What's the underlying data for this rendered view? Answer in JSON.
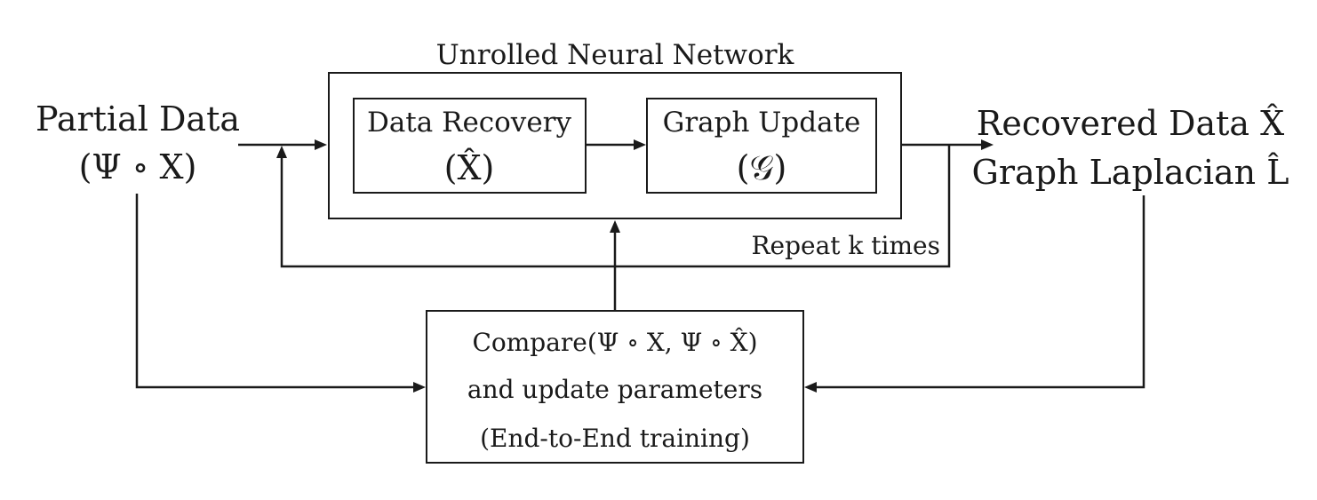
{
  "network": {
    "title": "Unrolled Neural Network",
    "repeat_label": "Repeat k times"
  },
  "input": {
    "line1": "Partial Data",
    "line2": "(Ψ ∘ X)"
  },
  "data_recovery": {
    "line1": "Data Recovery",
    "line2": "(X̂)"
  },
  "graph_update": {
    "line1": "Graph Update",
    "line2": "(𝒢)"
  },
  "output": {
    "line1": "Recovered Data X̂",
    "line2": "Graph Laplacian L̂"
  },
  "compare": {
    "line1": "Compare(Ψ ∘ X, Ψ ∘ X̂)",
    "line2": "and update parameters",
    "line3": "(End-to-End training)"
  },
  "colors": {
    "stroke": "#1a1a1a",
    "background": "#ffffff"
  }
}
